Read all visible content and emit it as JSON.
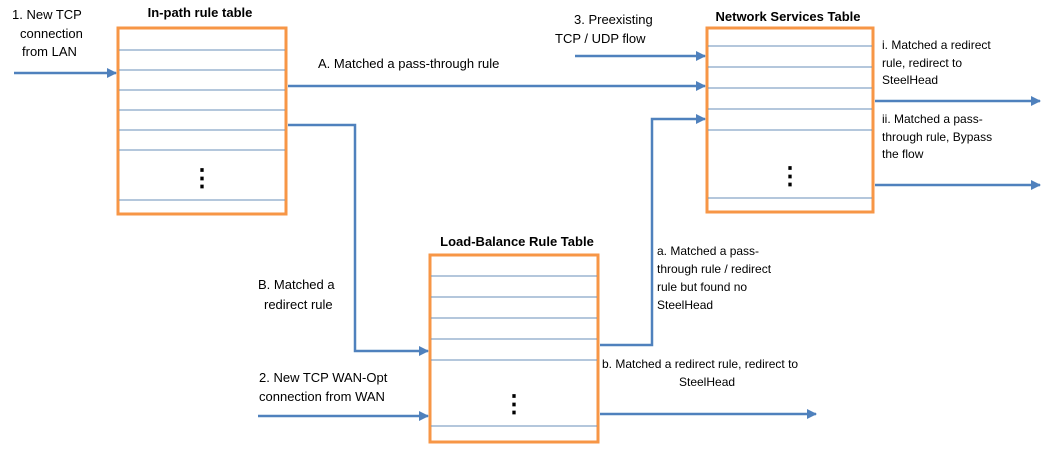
{
  "colors": {
    "table_border": "#f79646",
    "arrow": "#4f81bd",
    "row_line": "#6a8fb8"
  },
  "tables": {
    "inpath": {
      "title": "In-path rule table",
      "ellipsis": "⋮"
    },
    "network_services": {
      "title": "Network Services Table",
      "ellipsis": "⋮"
    },
    "load_balance": {
      "title": "Load-Balance Rule Table",
      "ellipsis": "⋮"
    }
  },
  "labels": {
    "new_tcp_lan": [
      "1. New TCP",
      "connection",
      "from LAN"
    ],
    "preexisting": [
      "3. Preexisting",
      "TCP / UDP flow"
    ],
    "new_tcp_wan": [
      "2. New TCP WAN-Opt",
      "connection from WAN"
    ],
    "matched_passthrough_A": [
      "A. Matched a pass-through rule"
    ],
    "matched_redirect_B": [
      "B. Matched a",
      "redirect rule"
    ],
    "ns_redirect_i": [
      "i. Matched a redirect",
      "rule, redirect to",
      "SteelHead"
    ],
    "ns_bypass_ii": [
      "ii. Matched a pass-",
      "through rule, Bypass",
      "the flow"
    ],
    "lb_no_steelhead_a": [
      "a. Matched a pass-",
      "through rule / redirect",
      "rule but found no",
      "SteelHead"
    ],
    "lb_redirect_b": [
      "b. Matched a redirect rule, redirect to",
      "SteelHead"
    ]
  }
}
